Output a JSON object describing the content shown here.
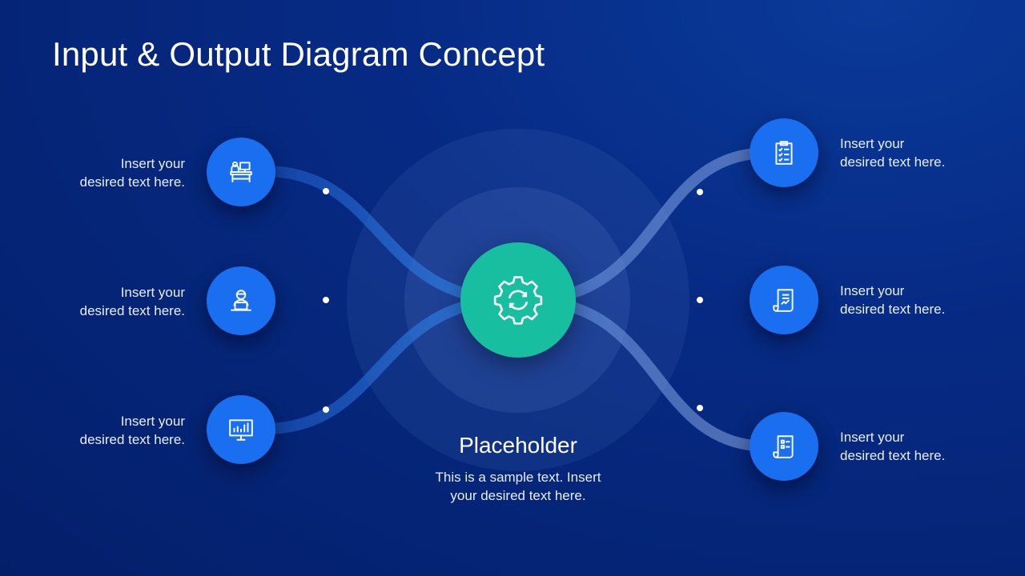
{
  "title": "Input & Output Diagram Concept",
  "colors": {
    "background": "#062a84",
    "node": "#1a6ff0",
    "hub": "#17bfa0",
    "connector": "#2f6fd6"
  },
  "center": {
    "icon": "gear-sync-icon",
    "title": "Placeholder",
    "desc_line1": "This is a sample text. Insert",
    "desc_line2": "your desired text here."
  },
  "inputs": [
    {
      "icon": "desk-computer-icon",
      "line1": "Insert your",
      "line2": "desired text here."
    },
    {
      "icon": "user-laptop-icon",
      "line1": "Insert your",
      "line2": "desired text here."
    },
    {
      "icon": "monitor-chart-icon",
      "line1": "Insert your",
      "line2": "desired text here."
    }
  ],
  "outputs": [
    {
      "icon": "clipboard-checklist-icon",
      "line1": "Insert your",
      "line2": "desired text here."
    },
    {
      "icon": "document-chart-icon",
      "line1": "Insert your",
      "line2": "desired text here."
    },
    {
      "icon": "document-list-icon",
      "line1": "Insert your",
      "line2": "desired text here."
    }
  ]
}
